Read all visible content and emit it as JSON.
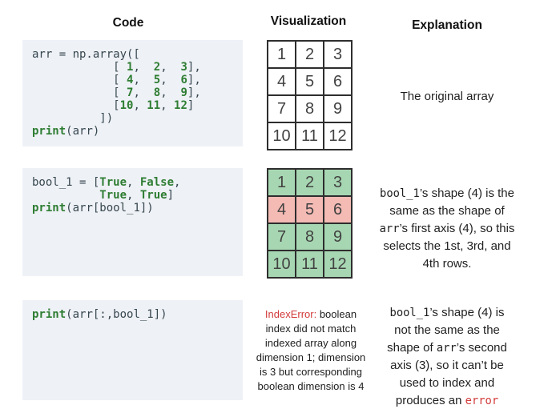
{
  "headers": {
    "code": "Code",
    "visualization": "Visualization",
    "explanation": "Explanation"
  },
  "colors": {
    "code_bg": "#eef1f6",
    "code_text": "#37474f",
    "keyword_green": "#2e7d32",
    "grid_border": "#2e2e2e",
    "cell_white": "#ffffff",
    "cell_green": "#a7d7b2",
    "cell_pink": "#f4bab4",
    "number_gray": "#424242",
    "error_red": "#d23b3b",
    "text_black": "#1f1f1f"
  },
  "rows": [
    {
      "name": "original-array",
      "code_lines": [
        "arr = np.array([",
        "            [ 1,  2,  3],",
        "            [ 4,  5,  6],",
        "            [ 7,  8,  9],",
        "            [10, 11, 12]",
        "          ])",
        "print(arr)"
      ],
      "grid": {
        "values": [
          [
            "1",
            "2",
            "3"
          ],
          [
            "4",
            "5",
            "6"
          ],
          [
            "7",
            "8",
            "9"
          ],
          [
            "10",
            "11",
            "12"
          ]
        ],
        "row_colors": [
          "white",
          "white",
          "white",
          "white"
        ]
      },
      "explanation_lines": [
        [
          {
            "t": "The original array"
          }
        ]
      ]
    },
    {
      "name": "boolean-row-indexing",
      "code_lines": [
        "bool_1 = [True, False,",
        "          True, True]",
        "print(arr[bool_1])"
      ],
      "grid": {
        "values": [
          [
            "1",
            "2",
            "3"
          ],
          [
            "4",
            "5",
            "6"
          ],
          [
            "7",
            "8",
            "9"
          ],
          [
            "10",
            "11",
            "12"
          ]
        ],
        "row_colors": [
          "green",
          "pink",
          "green",
          "green"
        ]
      },
      "explanation_lines": [
        [
          {
            "t": "bool_1",
            "mono": true
          },
          {
            "t": "’s shape (4) is the"
          }
        ],
        [
          {
            "t": "same as the shape of"
          }
        ],
        [
          {
            "t": "arr",
            "mono": true
          },
          {
            "t": "’s first axis (4), so this"
          }
        ],
        [
          {
            "t": "selects the 1st, 3rd, and"
          }
        ],
        [
          {
            "t": "4th rows."
          }
        ]
      ]
    },
    {
      "name": "boolean-column-indexing-error",
      "code_lines": [
        "print(arr[:,bool_1])"
      ],
      "error_lines": [
        [
          {
            "t": "IndexError:",
            "red": true
          },
          {
            "t": " boolean"
          }
        ],
        [
          {
            "t": "index  did not match"
          }
        ],
        [
          {
            "t": "indexed array along"
          }
        ],
        [
          {
            "t": "dimension 1; dimension"
          }
        ],
        [
          {
            "t": "is 3 but corresponding"
          }
        ],
        [
          {
            "t": "boolean dimension is 4"
          }
        ]
      ],
      "explanation_lines": [
        [
          {
            "t": "bool_1",
            "mono": true
          },
          {
            "t": "’s shape (4) is"
          }
        ],
        [
          {
            "t": "not the same as the"
          }
        ],
        [
          {
            "t": "shape of "
          },
          {
            "t": "arr",
            "mono": true
          },
          {
            "t": "’s second"
          }
        ],
        [
          {
            "t": "axis (3), so it can’t be"
          }
        ],
        [
          {
            "t": "used to index and"
          }
        ],
        [
          {
            "t": "produces an "
          },
          {
            "t": "error",
            "mono": true,
            "red": true
          }
        ]
      ]
    }
  ]
}
